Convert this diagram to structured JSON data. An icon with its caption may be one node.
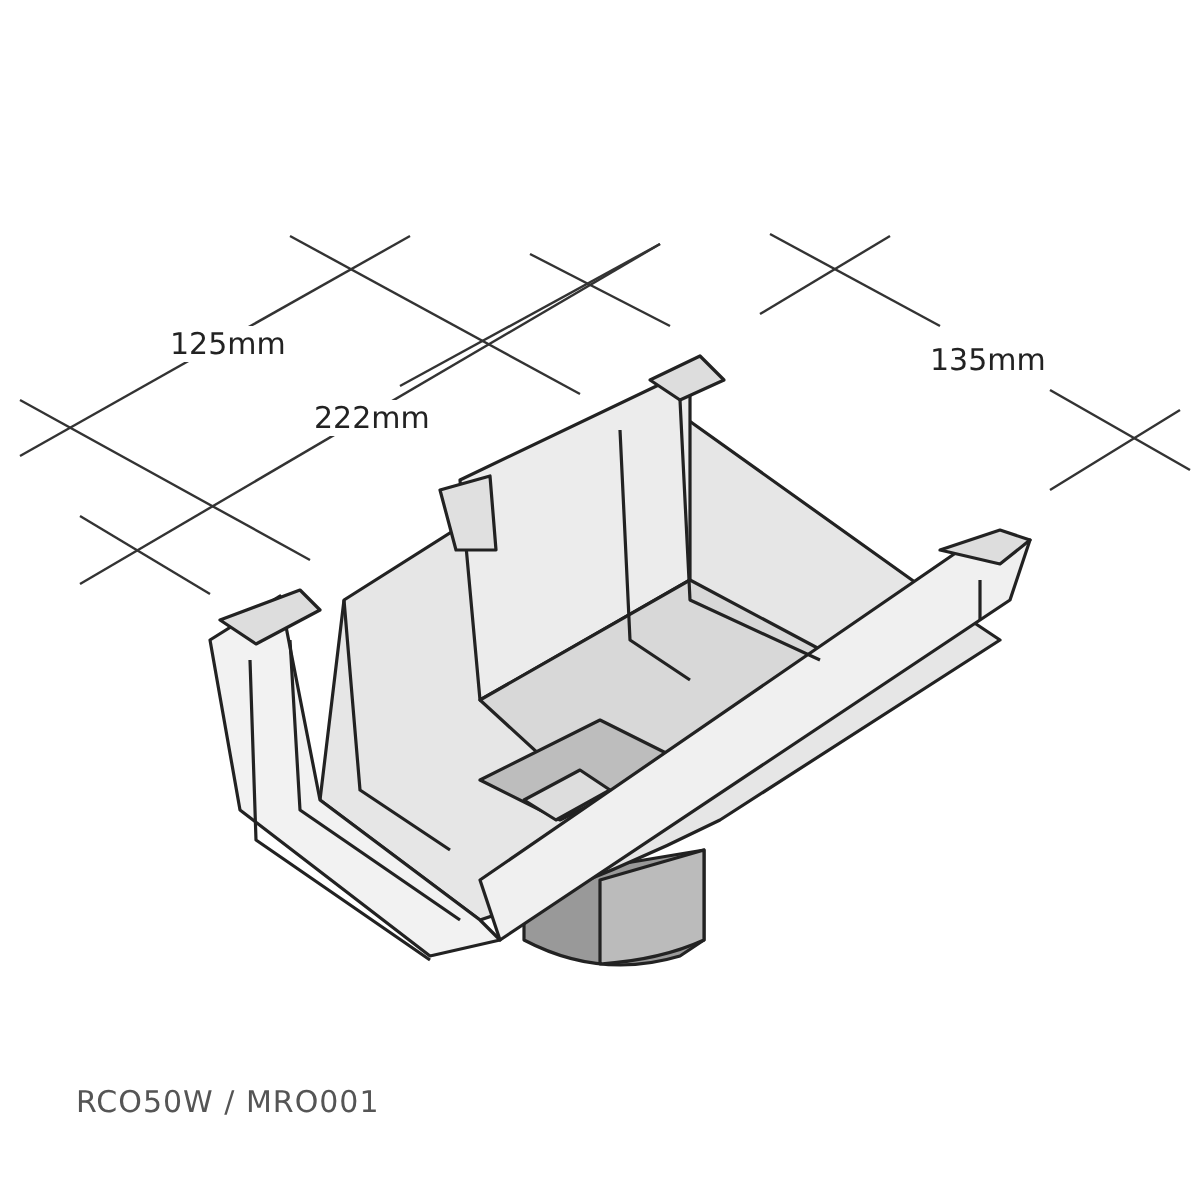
{
  "diagram": {
    "labels": [
      "125mm",
      "222mm",
      "135mm",
      "RCO50W / MRO001"
    ]
  }
}
